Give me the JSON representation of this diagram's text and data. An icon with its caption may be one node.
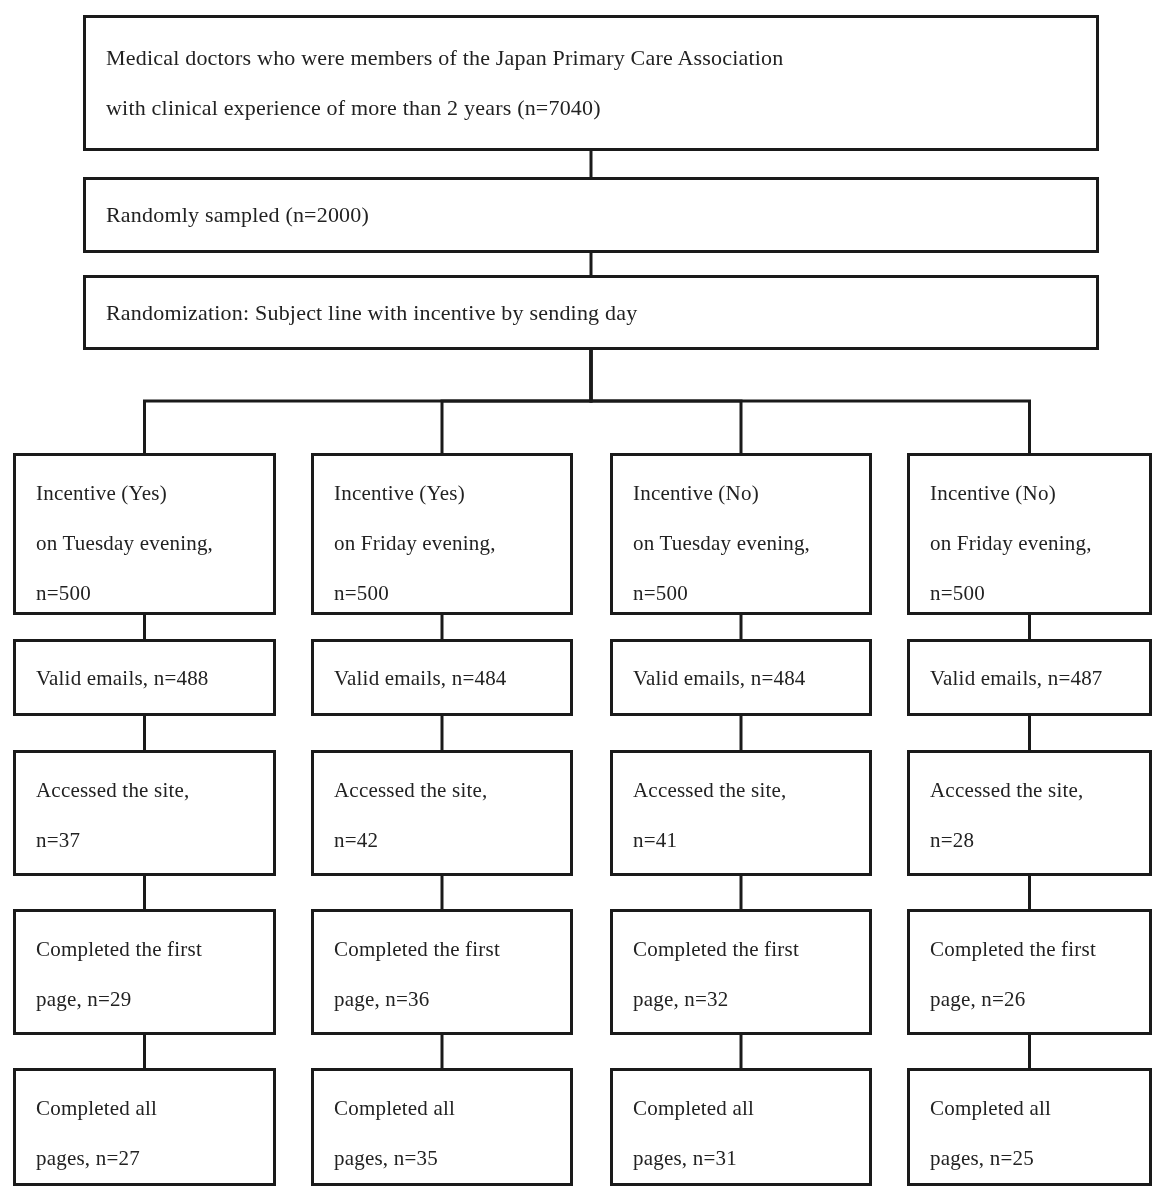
{
  "diagram": {
    "nodes": [
      {
        "text": [
          "Medical doctors who were members of the Japan Primary Care Association",
          "with clinical experience of more than 2 years (n=7040)"
        ]
      },
      {
        "text": [
          "Randomly sampled (n=2000)"
        ]
      },
      {
        "text": [
          "Randomization: Subject line with incentive by sending day"
        ]
      },
      {
        "text": [
          "Incentive (Yes)",
          "on Tuesday evening,",
          "n=500"
        ]
      },
      {
        "text": [
          "Incentive (Yes)",
          "on Friday evening,",
          "n=500"
        ]
      },
      {
        "text": [
          "Incentive (No)",
          "on Tuesday evening,",
          "n=500"
        ]
      },
      {
        "text": [
          "Incentive (No)",
          "on Friday evening,",
          "n=500"
        ]
      },
      {
        "text": [
          "Valid emails, n=488"
        ]
      },
      {
        "text": [
          "Valid emails, n=484"
        ]
      },
      {
        "text": [
          "Valid emails, n=484"
        ]
      },
      {
        "text": [
          "Valid emails, n=487"
        ]
      },
      {
        "text": [
          "Accessed the site,",
          "n=37"
        ]
      },
      {
        "text": [
          "Accessed the site,",
          "n=42"
        ]
      },
      {
        "text": [
          "Accessed the site,",
          "n=41"
        ]
      },
      {
        "text": [
          "Accessed the site,",
          "n=28"
        ]
      },
      {
        "text": [
          "Completed the first",
          "page, n=29"
        ]
      },
      {
        "text": [
          "Completed the first",
          "page, n=36"
        ]
      },
      {
        "text": [
          "Completed the first",
          "page, n=32"
        ]
      },
      {
        "text": [
          "Completed the first",
          "page, n=26"
        ]
      },
      {
        "text": [
          "Completed all",
          "pages, n=27"
        ]
      },
      {
        "text": [
          "Completed all",
          "pages, n=35"
        ]
      },
      {
        "text": [
          "Completed all",
          "pages, n=31"
        ]
      },
      {
        "text": [
          "Completed all",
          "pages, n=25"
        ]
      }
    ],
    "edges": [
      {
        "from": 0,
        "to": 1,
        "arrow": "none"
      },
      {
        "from": 1,
        "to": 2,
        "arrow": "none"
      },
      {
        "from": 2,
        "to": 3,
        "arrow": "none"
      },
      {
        "from": 2,
        "to": 4,
        "arrow": "none"
      },
      {
        "from": 2,
        "to": 5,
        "arrow": "none"
      },
      {
        "from": 2,
        "to": 6,
        "arrow": "none"
      },
      {
        "from": 3,
        "to": 7,
        "arrow": "none"
      },
      {
        "from": 4,
        "to": 8,
        "arrow": "none"
      },
      {
        "from": 5,
        "to": 9,
        "arrow": "none"
      },
      {
        "from": 6,
        "to": 10,
        "arrow": "none"
      },
      {
        "from": 7,
        "to": 11,
        "arrow": "none"
      },
      {
        "from": 8,
        "to": 12,
        "arrow": "none"
      },
      {
        "from": 9,
        "to": 13,
        "arrow": "none"
      },
      {
        "from": 10,
        "to": 14,
        "arrow": "none"
      },
      {
        "from": 11,
        "to": 15,
        "arrow": "none"
      },
      {
        "from": 12,
        "to": 16,
        "arrow": "none"
      },
      {
        "from": 13,
        "to": 17,
        "arrow": "none"
      },
      {
        "from": 14,
        "to": 18,
        "arrow": "none"
      },
      {
        "from": 15,
        "to": 19,
        "arrow": "none"
      },
      {
        "from": 16,
        "to": 20,
        "arrow": "none"
      },
      {
        "from": 17,
        "to": 21,
        "arrow": "none"
      },
      {
        "from": 18,
        "to": 22,
        "arrow": "none"
      }
    ]
  }
}
